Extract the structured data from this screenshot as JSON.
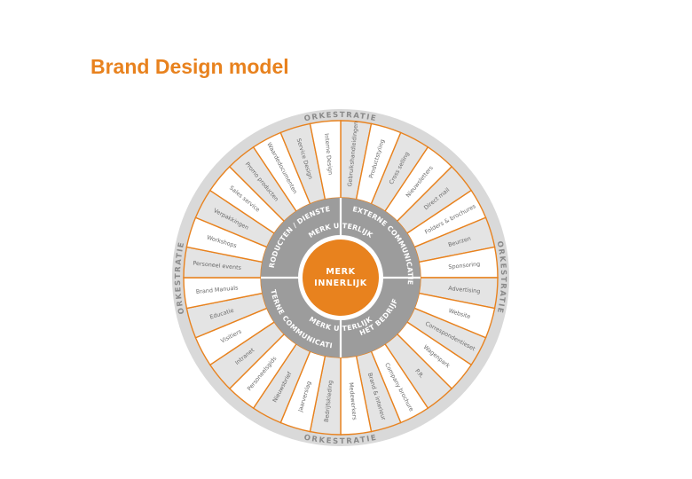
{
  "title": "Brand Design model",
  "colors": {
    "accent": "#e8821e",
    "ring": "#9c9c9c",
    "segment_fill": "#e4e4e4",
    "outer_ring": "#d9d9d9",
    "text": "#6b6b6b"
  },
  "orchestration_labels": [
    "ORKESTRATIE",
    "ORKESTRATIE",
    "ORKESTRATIE",
    "ORKESTRATIE"
  ],
  "center_lines": [
    "MERK",
    "INNERLIJK"
  ],
  "inner_ring": [
    {
      "label": "PRODUCTEN / DIENSTEN"
    },
    {
      "label": "MERK UITERLIJK"
    },
    {
      "label": "EXTERNE COMMUNICATIE"
    },
    {
      "label": "HET BEDRIJF"
    },
    {
      "label": "MERK UITERLIJK"
    },
    {
      "label": "INTERNE COMMUNICATIE"
    }
  ],
  "segments": [
    {
      "label": "Gebruikshandleidingen"
    },
    {
      "label": "Productstyling"
    },
    {
      "label": "Cross selling"
    },
    {
      "label": "Nieuwsletters"
    },
    {
      "label": "Direct mail"
    },
    {
      "label": "Folders & brochures"
    },
    {
      "label": "Beurzen"
    },
    {
      "label": "Sponsoring"
    },
    {
      "label": "Advertising"
    },
    {
      "label": "Website"
    },
    {
      "label": "Correspondentieset"
    },
    {
      "label": "Wagenpark"
    },
    {
      "label": "P.R."
    },
    {
      "label": "Company brochure"
    },
    {
      "label": "Brand & interieur"
    },
    {
      "label": "Medewerkers"
    },
    {
      "label": "Bedrijfskleding"
    },
    {
      "label": "Jaarverslag"
    },
    {
      "label": "Nieuwsbrief"
    },
    {
      "label": "Personeelsgids"
    },
    {
      "label": "Intranet"
    },
    {
      "label": "Visitiers"
    },
    {
      "label": "Educatie"
    },
    {
      "label": "Brand Manuals"
    },
    {
      "label": "Personeel events"
    },
    {
      "label": "Workshops"
    },
    {
      "label": "Verpakkingen"
    },
    {
      "label": "Sales service"
    },
    {
      "label": "Promo producten"
    },
    {
      "label": "Waardedocumenten"
    },
    {
      "label": "Service Design"
    },
    {
      "label": "Interne Design"
    }
  ]
}
